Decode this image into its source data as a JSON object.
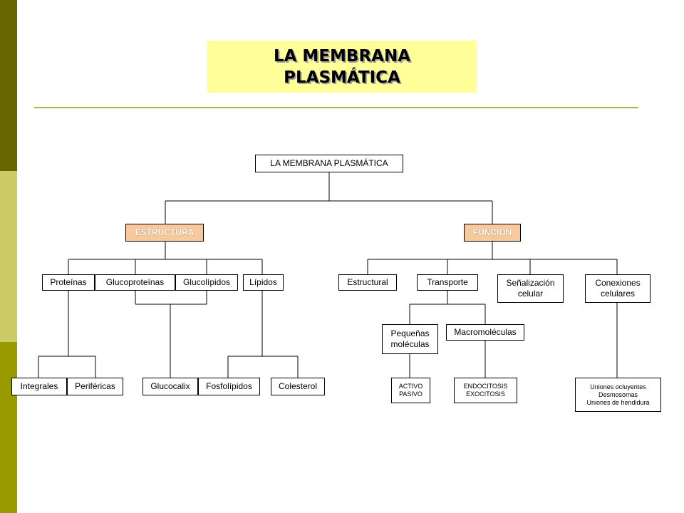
{
  "slide": {
    "title": "LA MEMBRANA\nPLASMÁTICA",
    "colors": {
      "band_dark": "#666600",
      "band_light": "#cccc66",
      "band_mid": "#999900",
      "title_bg": "#ffff99",
      "rule": "#b3b33b",
      "category_fill": "#f8c99c"
    }
  },
  "diagram": {
    "root": "LA MEMBRANA  PLASMÁTICA",
    "estructura": {
      "label": "ESTRUCTURA",
      "proteinas": "Proteínas",
      "glucoproteinas": "Glucoproteínas",
      "glucolipidos": "Glucolípidos",
      "lipidos": "Lípidos",
      "integrales": "Integrales",
      "perifericas": "Periféricas",
      "glucocalix": "Glucocalix",
      "fosfolipidos": "Fosfolípidos",
      "colesterol": "Colesterol"
    },
    "funcion": {
      "label": "FUNCIÓN",
      "estructural": "Estructural",
      "transporte": "Transporte",
      "senalizacion": "Señalización\ncelular",
      "conexiones": "Conexiones\ncelulares",
      "pequenas": "Pequeñas\n moléculas",
      "macromoleculas": "Macromoléculas",
      "activo_pasivo": "ACTIVO\nPASIVO",
      "endo_exo": "ENDOCITOSIS\nEXOCITOSIS",
      "uniones": "Uniones ocluyentes\nDesmosomas\nUniones de hendidura"
    }
  }
}
